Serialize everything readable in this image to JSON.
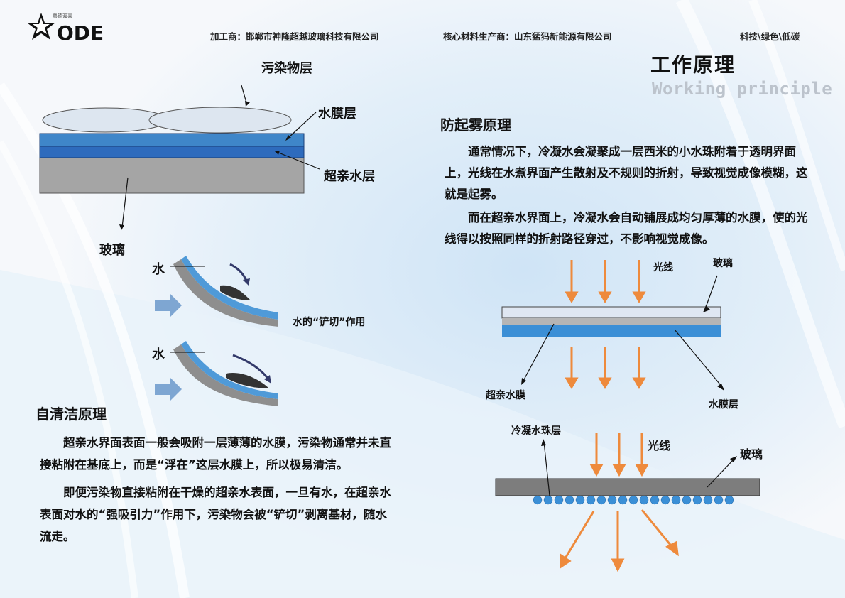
{
  "header": {
    "logo_text": "ODE",
    "logo_sub": "粤德双喜",
    "processor": "加工商：邯郸市神隆超越玻璃科技有限公司",
    "material_maker": "核心材料生产商：山东猛犸新能源有限公司",
    "slogan": "科技\\绿色\\低碳"
  },
  "title": {
    "cn": "工作原理",
    "en": "Working principle"
  },
  "layer_diagram": {
    "pollutant": "污染物层",
    "water_film": "水膜层",
    "super_hydrophilic": "超亲水层",
    "glass": "玻璃"
  },
  "shovel_diagram": {
    "water_1": "水",
    "water_2": "水",
    "caption": "水的“铲切”作用"
  },
  "self_clean": {
    "title": "自清洁原理",
    "paragraphs": [
      "超亲水界面表面一般会吸附一层薄薄的水膜，污染物通常并未直接粘附在基底上，而是“浮在”这层水膜上，所以极易清洁。",
      "即便污染物直接粘附在干燥的超亲水表面，一旦有水，在超亲水表面对水的“强吸引力”作用下，污染物会被“铲切”剥离基材，随水流走。"
    ]
  },
  "anti_fog": {
    "title": "防起雾原理",
    "paragraphs": [
      "通常情况下，冷凝水会凝聚成一层西米的小水珠附着于透明界面上，光线在水煮界面产生散射及不规则的折射，导致视觉成像模糊，这就是起雾。",
      "而在超亲水界面上，冷凝水会自动铺展成均匀厚薄的水膜，使的光线得以按照同样的折射路径穿过，不影响视觉成像。"
    ]
  },
  "fog_diagram_top": {
    "light": "光线",
    "glass": "玻璃",
    "super_hydrophilic_film": "超亲水膜",
    "water_film": "水膜层"
  },
  "fog_diagram_bottom": {
    "droplet_layer": "冷凝水珠层",
    "light": "光线",
    "glass": "玻璃"
  },
  "colors": {
    "arrow_orange": "#ee8a3c",
    "layer_blue": "#3f86c9",
    "layer_dark_blue": "#2e6bbd",
    "glass_gray": "#a5a5a5",
    "droplet_blue": "#3b8fd6"
  }
}
